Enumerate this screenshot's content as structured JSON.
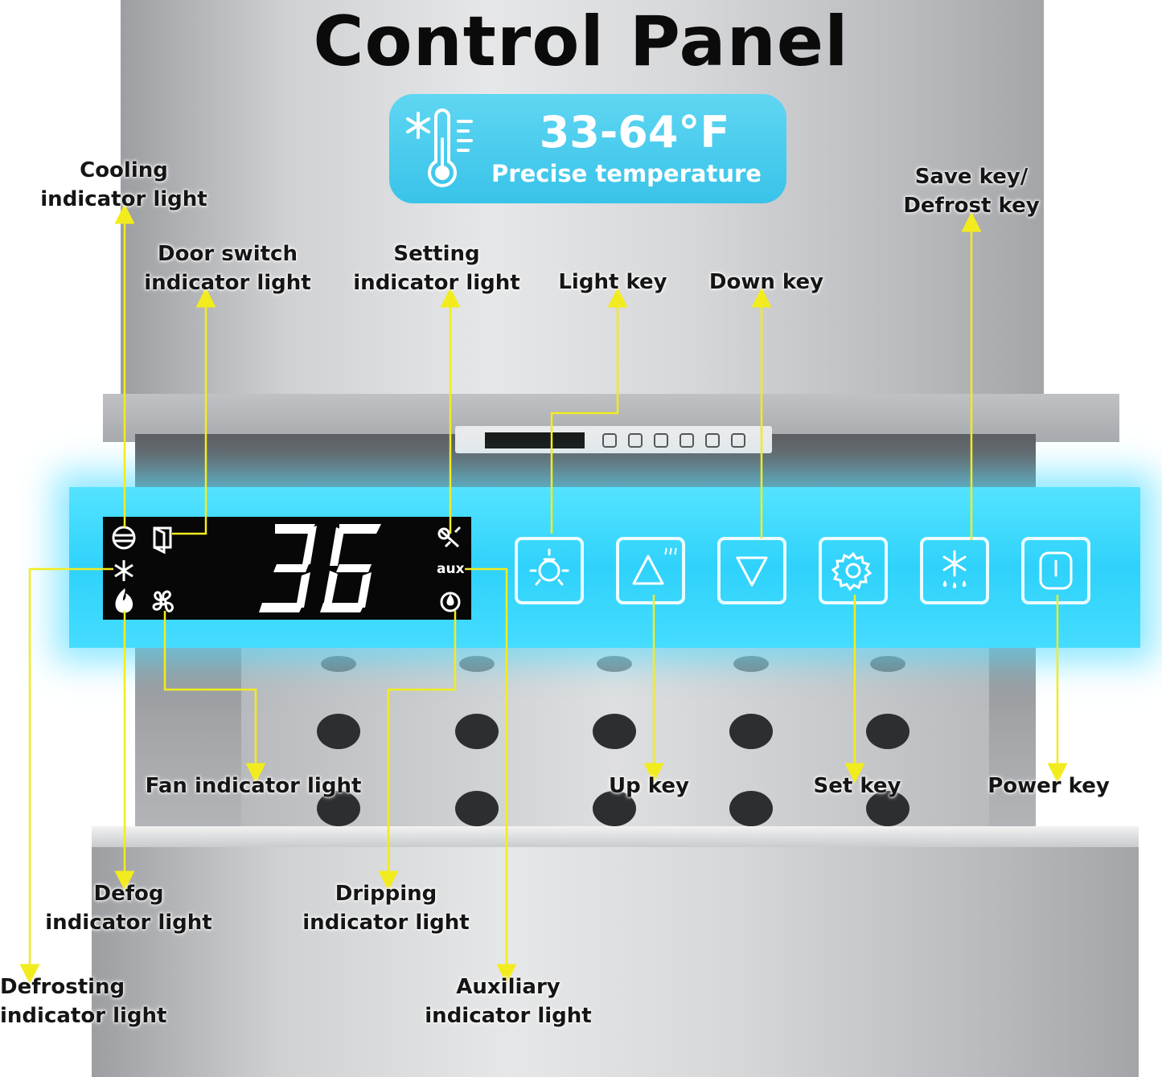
{
  "title": "Control Panel",
  "temperature_badge": {
    "range": "33-64°F",
    "caption": "Precise temperature",
    "icon": "thermometer-snowflake-icon"
  },
  "display": {
    "temperature_value": "36",
    "aux_text": "aux"
  },
  "labels": {
    "cooling": [
      "Cooling",
      "indicator light"
    ],
    "door_switch": [
      "Door switch",
      "indicator light"
    ],
    "setting": [
      "Setting",
      "indicator light"
    ],
    "light_key": "Light key",
    "down_key": "Down key",
    "save_key": [
      "Save key/",
      "Defrost key"
    ],
    "fan": "Fan indicator light",
    "up_key": "Up key",
    "set_key": "Set key",
    "power_key": "Power key",
    "defog": [
      "Defog",
      "indicator light"
    ],
    "dripping": [
      "Dripping",
      "indicator light"
    ],
    "defrosting": [
      "Defrosting",
      "indicator light"
    ],
    "auxiliary": [
      "Auxiliary",
      "indicator light"
    ]
  },
  "keys": [
    {
      "name": "light-key",
      "icon": "light-bulb-icon"
    },
    {
      "name": "up-key",
      "icon": "up-triangle-icon"
    },
    {
      "name": "down-key",
      "icon": "down-triangle-icon"
    },
    {
      "name": "set-key",
      "icon": "gear-icon"
    },
    {
      "name": "defrost-key",
      "icon": "snowflake-drops-icon"
    },
    {
      "name": "power-key",
      "icon": "power-icon"
    }
  ],
  "colors": {
    "panel": "#2fd2fb",
    "badge": "#39c3e9",
    "leader_line": "#f2ec1e",
    "lcd_background": "#070707"
  }
}
